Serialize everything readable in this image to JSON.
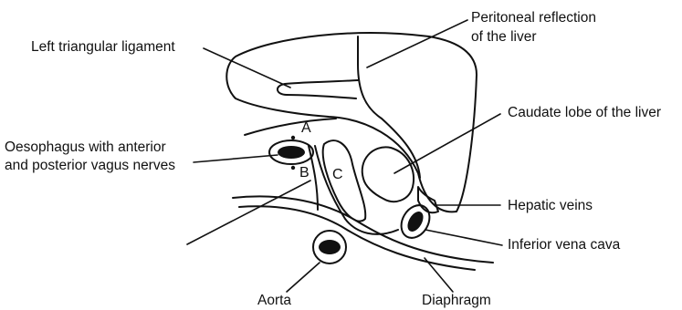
{
  "labels": {
    "peritoneal_reflection_1": "Peritoneal reflection",
    "peritoneal_reflection_2": "of the liver",
    "left_triangular_ligament": "Left triangular ligament",
    "caudate_lobe": "Caudate lobe of the liver",
    "oesophagus_1": "Oesophagus with anterior",
    "oesophagus_2": "and posterior vagus nerves",
    "hepatic_veins": "Hepatic veins",
    "inferior_vena_cava": "Inferior vena cava",
    "aorta": "Aorta",
    "diaphragm": "Diaphragm"
  },
  "markers": {
    "a": "A",
    "b": "B",
    "c": "C"
  }
}
